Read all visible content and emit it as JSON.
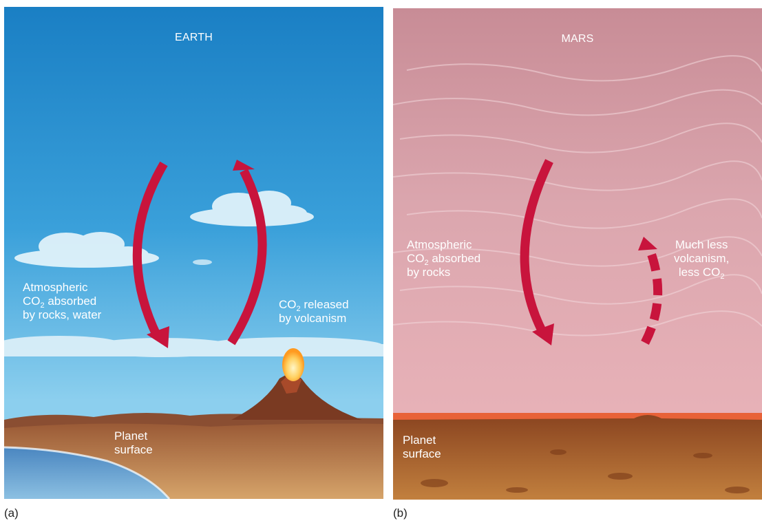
{
  "panels": {
    "earth": {
      "title": "EARTH",
      "absorbed": [
        "Atmospheric",
        "CO",
        "2",
        " absorbed",
        "by rocks, water"
      ],
      "released": [
        "CO",
        "2",
        " released",
        "by volcanism"
      ],
      "surface": [
        "Planet",
        "surface"
      ],
      "caption": "(a)"
    },
    "mars": {
      "title": "MARS",
      "absorbed": [
        "Atmospheric",
        "CO",
        "2",
        " absorbed",
        "by rocks"
      ],
      "volcanism": [
        "Much less",
        "volcanism,",
        "less CO",
        "2"
      ],
      "surface": [
        "Planet",
        "surface"
      ],
      "caption": "(b)"
    }
  },
  "colors": {
    "arrow": "#c8143c",
    "earth_sky_top": "#1e86c8",
    "earth_sky_bottom": "#8fd0f0",
    "mars_sky": "#d9a0a8",
    "mars_ground": "#a05a28"
  }
}
